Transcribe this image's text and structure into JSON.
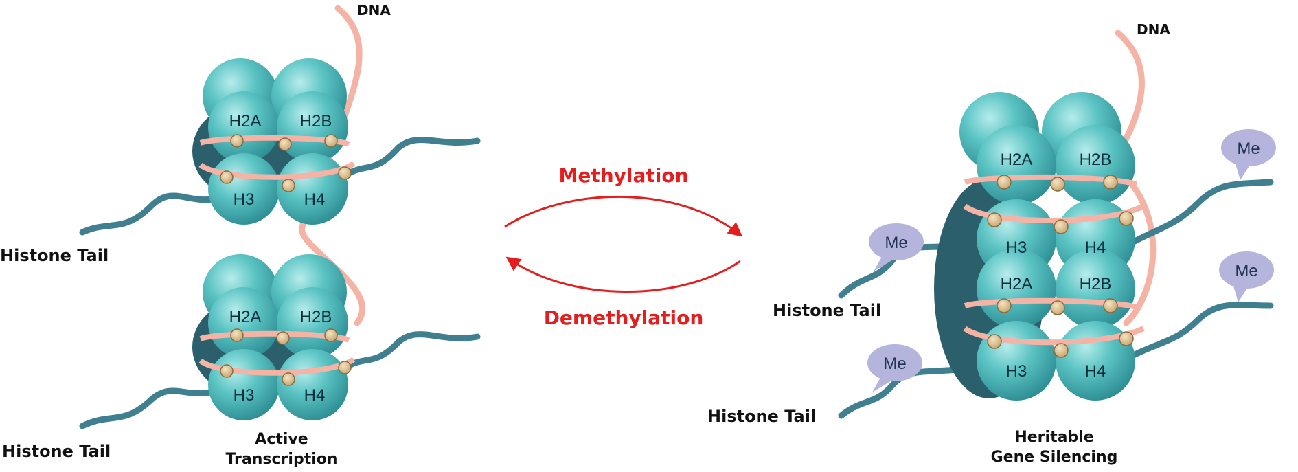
{
  "labels": {
    "dna": "DNA",
    "histone_tail": "Histone Tail",
    "methylation": "Methylation",
    "demethylation": "Demethylation",
    "active_line1": "Active",
    "active_line2": "Transcription",
    "silencing_line1": "Heritable",
    "silencing_line2": "Gene Silencing",
    "me": "Me"
  },
  "histones": {
    "h2a": "H2A",
    "h2b": "H2B",
    "h3": "H3",
    "h4": "H4"
  },
  "colors": {
    "histone": "#5cc4c4",
    "dna": "#f4b3a4",
    "tail": "#3f7f8f",
    "bead": "#e5c89a",
    "arrow": "#e41e1e",
    "me_bubble": "#b4b4dc"
  }
}
